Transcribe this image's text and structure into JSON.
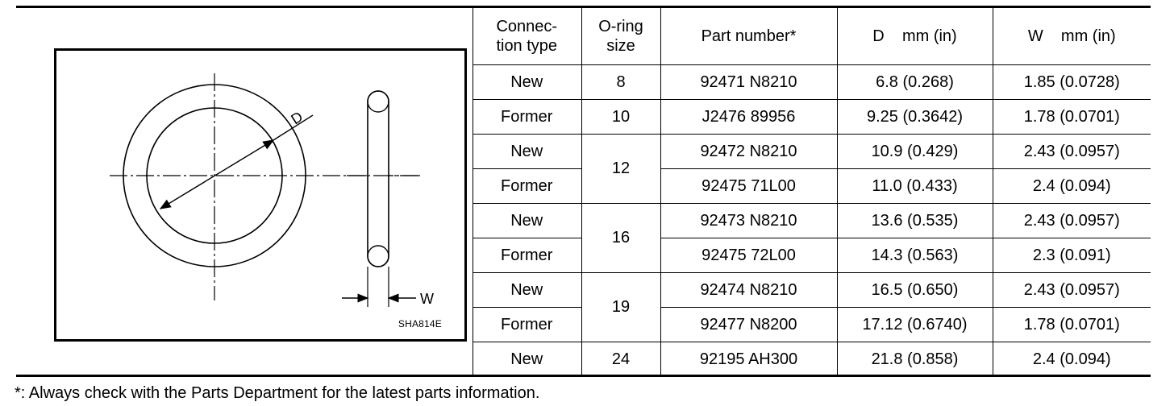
{
  "figure": {
    "d_label": "D",
    "w_label": "W",
    "code": "SHA814E"
  },
  "table": {
    "headers": {
      "connection_type": "Connec-\ntion type",
      "oring_size": "O-ring\nsize",
      "part_number": "Part number*",
      "d": "D    mm (in)",
      "w": "W    mm (in)"
    },
    "rows": [
      {
        "type": "New",
        "size": "8",
        "part": "92471 N8210",
        "d": "6.8 (0.268)",
        "w": "1.85 (0.0728)"
      },
      {
        "type": "Former",
        "size": "10",
        "part": "J2476 89956",
        "d": "9.25 (0.3642)",
        "w": "1.78 (0.0701)"
      },
      {
        "type": "New",
        "size": "12",
        "part": "92472 N8210",
        "d": "10.9 (0.429)",
        "w": "2.43 (0.0957)"
      },
      {
        "type": "Former",
        "size": "",
        "part": "92475 71L00",
        "d": "11.0 (0.433)",
        "w": "2.4 (0.094)"
      },
      {
        "type": "New",
        "size": "16",
        "part": "92473 N8210",
        "d": "13.6 (0.535)",
        "w": "2.43 (0.0957)"
      },
      {
        "type": "Former",
        "size": "",
        "part": "92475 72L00",
        "d": "14.3 (0.563)",
        "w": "2.3 (0.091)"
      },
      {
        "type": "New",
        "size": "19",
        "part": "92474 N8210",
        "d": "16.5 (0.650)",
        "w": "2.43 (0.0957)"
      },
      {
        "type": "Former",
        "size": "",
        "part": "92477 N8200",
        "d": "17.12 (0.6740)",
        "w": "1.78 (0.0701)"
      },
      {
        "type": "New",
        "size": "24",
        "part": "92195 AH300",
        "d": "21.8 (0.858)",
        "w": "2.4 (0.094)"
      }
    ]
  },
  "footnote": "*: Always check with the Parts Department for the latest parts information."
}
